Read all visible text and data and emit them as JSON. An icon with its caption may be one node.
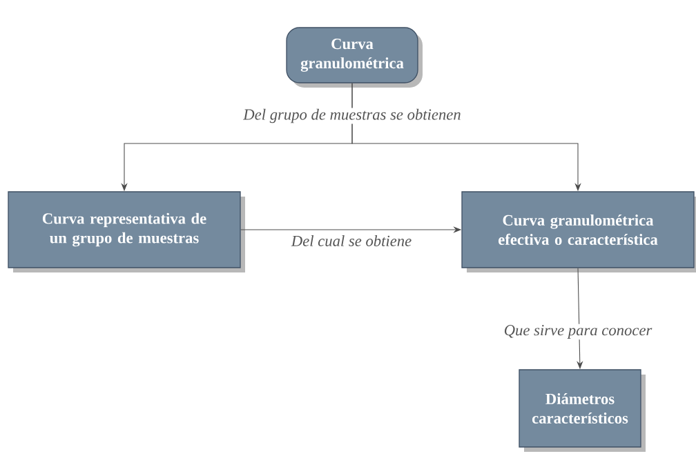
{
  "diagram": {
    "nodes": [
      {
        "text": [
          "Curva granulométrica"
        ]
      },
      {
        "text": [
          "Curva representativa de un grupo de muestras"
        ]
      },
      {
        "text": [
          "Curva granulométrica efectiva o característica"
        ]
      },
      {
        "text": [
          "Diámetros característicos"
        ]
      }
    ],
    "edges": [
      {
        "from": 0,
        "to": 1,
        "arrow": "to",
        "label": "Del grupo de muestras se obtienen"
      },
      {
        "from": 0,
        "to": 2,
        "arrow": "to"
      },
      {
        "from": 1,
        "to": 2,
        "arrow": "to",
        "label": "Del cual se obtiene"
      },
      {
        "from": 2,
        "to": 3,
        "arrow": "to",
        "label": "Que sirve para conocer"
      }
    ]
  }
}
